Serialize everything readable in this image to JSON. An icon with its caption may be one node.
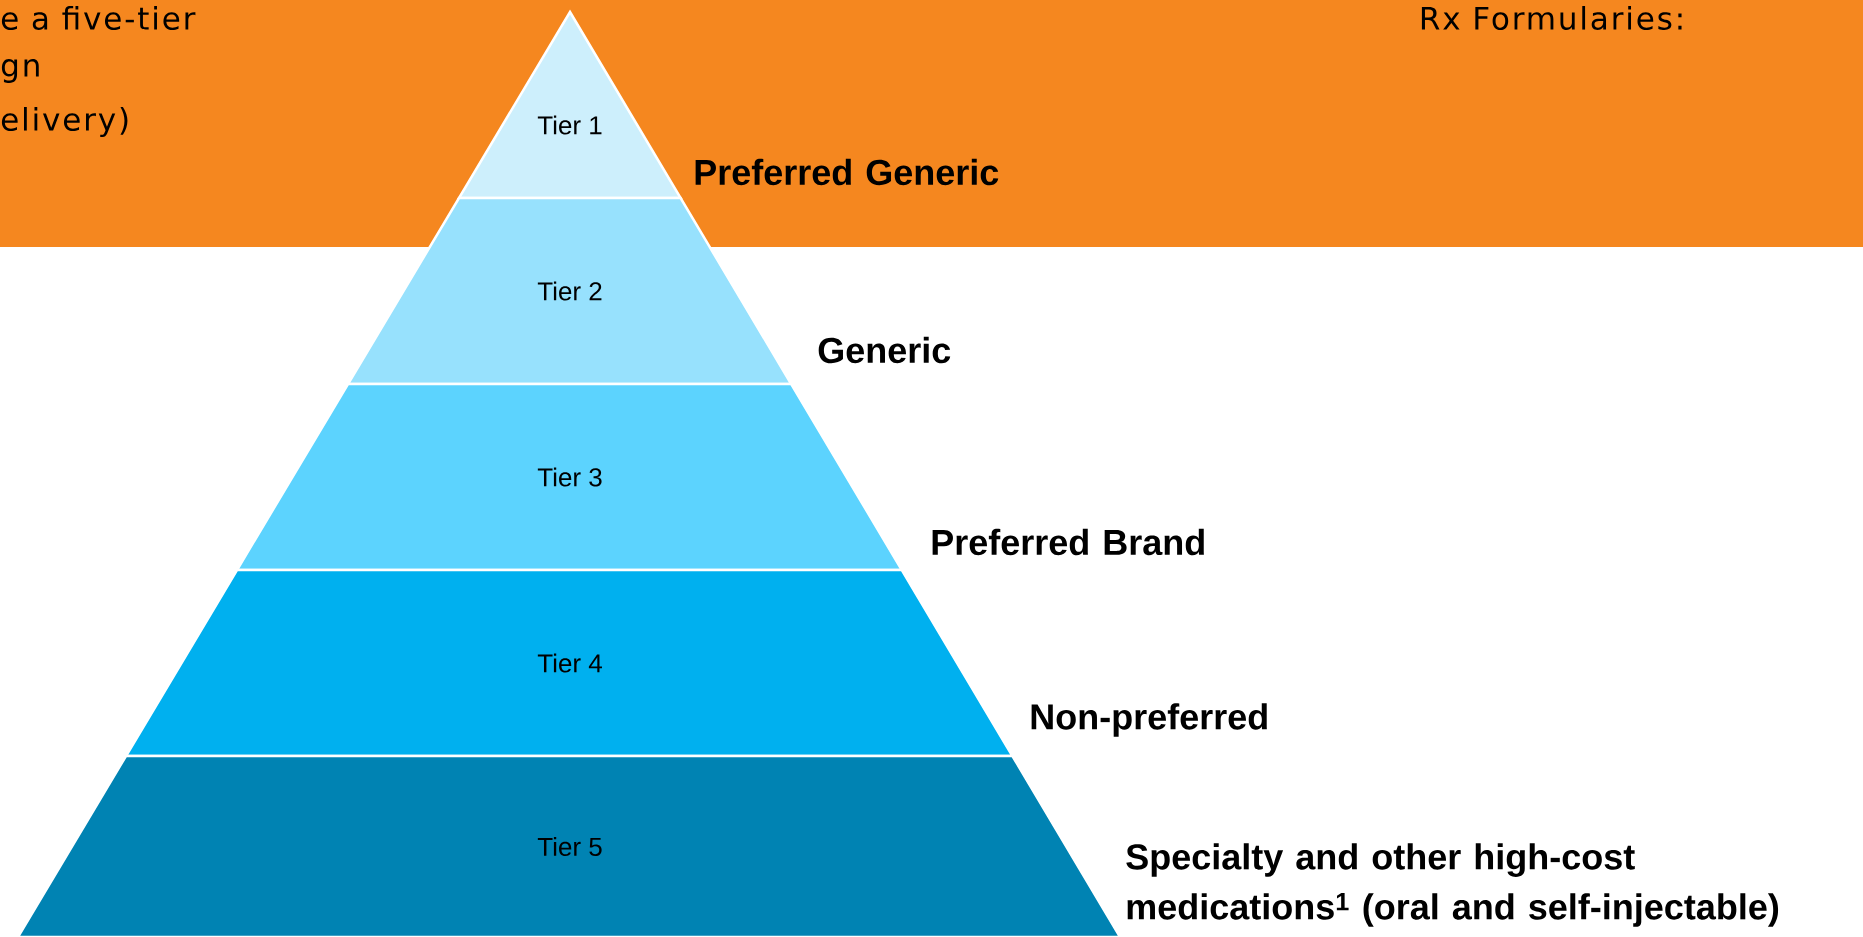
{
  "diagram": {
    "nodes": [
      {
        "text": [
          "Tier 1"
        ],
        "beside": [
          "Preferred Generic"
        ]
      },
      {
        "text": [
          "Tier 2"
        ],
        "beside": [
          "Generic"
        ]
      },
      {
        "text": [
          "Tier 3"
        ],
        "beside": [
          "Preferred Brand"
        ]
      },
      {
        "text": [
          "Tier 4"
        ],
        "beside": [
          "Non-preferred"
        ]
      },
      {
        "text": [
          "Tier 5"
        ],
        "beside": [
          "Specialty and other high-cost medications$^{1}$ (oral and self-injectable)"
        ]
      }
    ],
    "labels": [
      "e a five-tier",
      "gn",
      "elivery)",
      "Rx Formularies:"
    ]
  }
}
